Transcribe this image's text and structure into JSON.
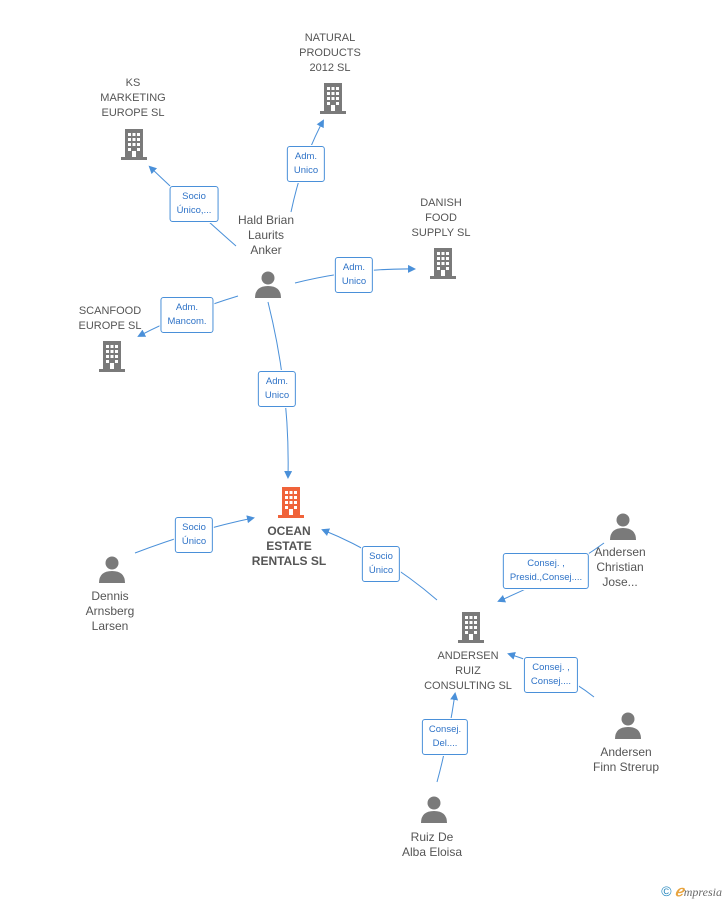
{
  "colors": {
    "company": "#7a7a7a",
    "company_main": "#f0633a",
    "person": "#7a7a7a",
    "edge": "#4a90d9",
    "edge_text": "#2f73c7"
  },
  "nodes": {
    "natural_products": {
      "label": "NATURAL\nPRODUCTS\n2012 SL",
      "icon": "building-icon"
    },
    "ks_marketing": {
      "label": "KS\nMARKETING\nEUROPE SL",
      "icon": "building-icon"
    },
    "danish_food": {
      "label": "DANISH\nFOOD\nSUPPLY SL",
      "icon": "building-icon"
    },
    "scanfood": {
      "label": "SCANFOOD\nEUROPE  SL",
      "icon": "building-icon"
    },
    "hald_brian": {
      "label": "Hald Brian\nLaurits\nAnker",
      "icon": "person-icon"
    },
    "ocean_estate": {
      "label": "OCEAN\nESTATE\nRENTALS SL",
      "icon": "building-icon"
    },
    "dennis": {
      "label": "Dennis\nArnsberg\nLarsen",
      "icon": "person-icon"
    },
    "andersen_christian": {
      "label": "Andersen\nChristian\nJose...",
      "icon": "person-icon"
    },
    "andersen_ruiz": {
      "label": "ANDERSEN\nRUIZ\nCONSULTING SL",
      "icon": "building-icon"
    },
    "andersen_finn": {
      "label": "Andersen\nFinn Strerup",
      "icon": "person-icon"
    },
    "ruiz_de_alba": {
      "label": "Ruiz De\nAlba Eloisa",
      "icon": "person-icon"
    }
  },
  "edges": {
    "hald_natural": "Adm.\nUnico",
    "hald_ks": "Socio\nÚnico,...",
    "hald_danish": "Adm.\nUnico",
    "hald_scanfood": "Adm.\nMancom.",
    "hald_ocean": "Adm.\nUnico",
    "dennis_ocean": "Socio\nÚnico",
    "andersen_ruiz_ocean": "Socio\nÚnico",
    "christian_andersen_ruiz": "Consej. ,\nPresid.,Consej....",
    "finn_andersen_ruiz": "Consej. ,\nConsej....",
    "ruiz_alba_andersen_ruiz": "Consej.\nDel...."
  },
  "brand": {
    "copyright": "©",
    "e": "ℯ",
    "rest": "mpresia"
  }
}
